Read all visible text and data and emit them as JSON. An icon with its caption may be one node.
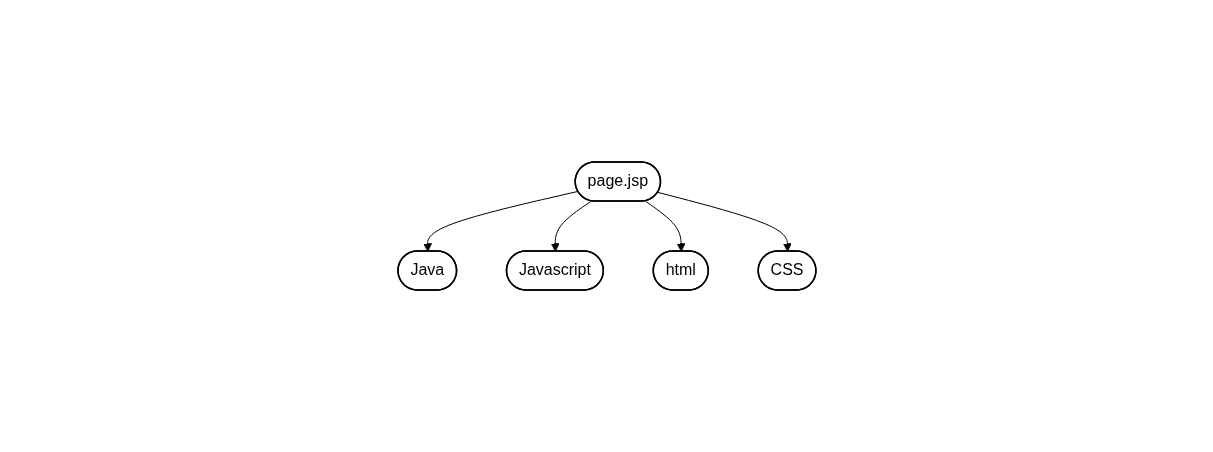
{
  "diagram": {
    "nodes": [
      {
        "text": [
          "page.jsp"
        ]
      },
      {
        "text": [
          "Java"
        ]
      },
      {
        "text": [
          "Javascript"
        ]
      },
      {
        "text": [
          "html"
        ]
      },
      {
        "text": [
          "CSS"
        ]
      }
    ],
    "edges": [
      {
        "from": 0,
        "to": 1,
        "arrow": "to"
      },
      {
        "from": 0,
        "to": 2,
        "arrow": "to"
      },
      {
        "from": 0,
        "to": 3,
        "arrow": "to"
      },
      {
        "from": 0,
        "to": 4,
        "arrow": "to"
      }
    ]
  }
}
